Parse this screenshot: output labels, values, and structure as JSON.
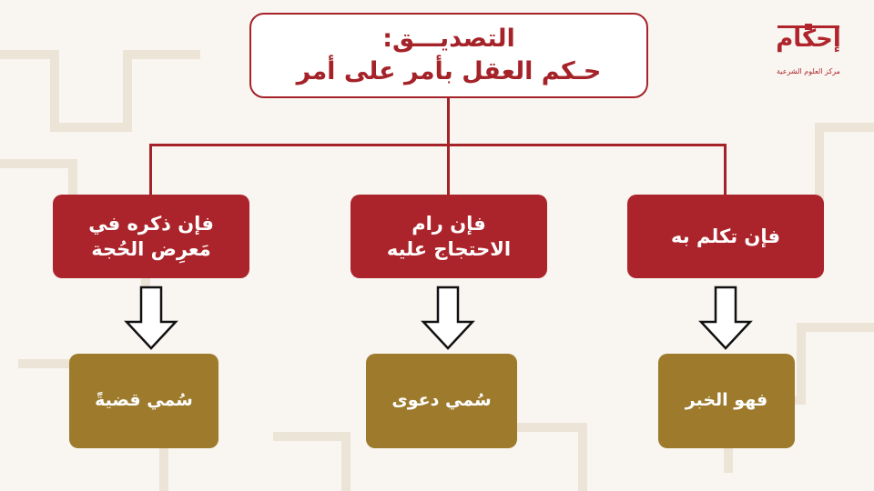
{
  "title": {
    "line1": "التصديـــق:",
    "line2": "حـكم العقل بأمر على أمر"
  },
  "branches": [
    {
      "condition_lines": [
        "فإن ذكره في",
        "مَعرِض الحُجة"
      ],
      "result": "سُمي قضيةً"
    },
    {
      "condition_lines": [
        "فإن رام",
        "الاحتجاج عليه"
      ],
      "result": "سُمي دعوى"
    },
    {
      "condition_lines": [
        "فإن تكلم به"
      ],
      "result": "فهو الخبر"
    }
  ],
  "logo": {
    "name": "إحكام",
    "tagline": "مركز العلوم الشرعية"
  },
  "colors": {
    "accent_red": "#ac242b",
    "gold": "#9d7a2c",
    "background": "#f9f6f1",
    "text_on_dark": "#ffffff"
  },
  "icons": [
    "down-arrow-icon",
    "logo-icon"
  ]
}
